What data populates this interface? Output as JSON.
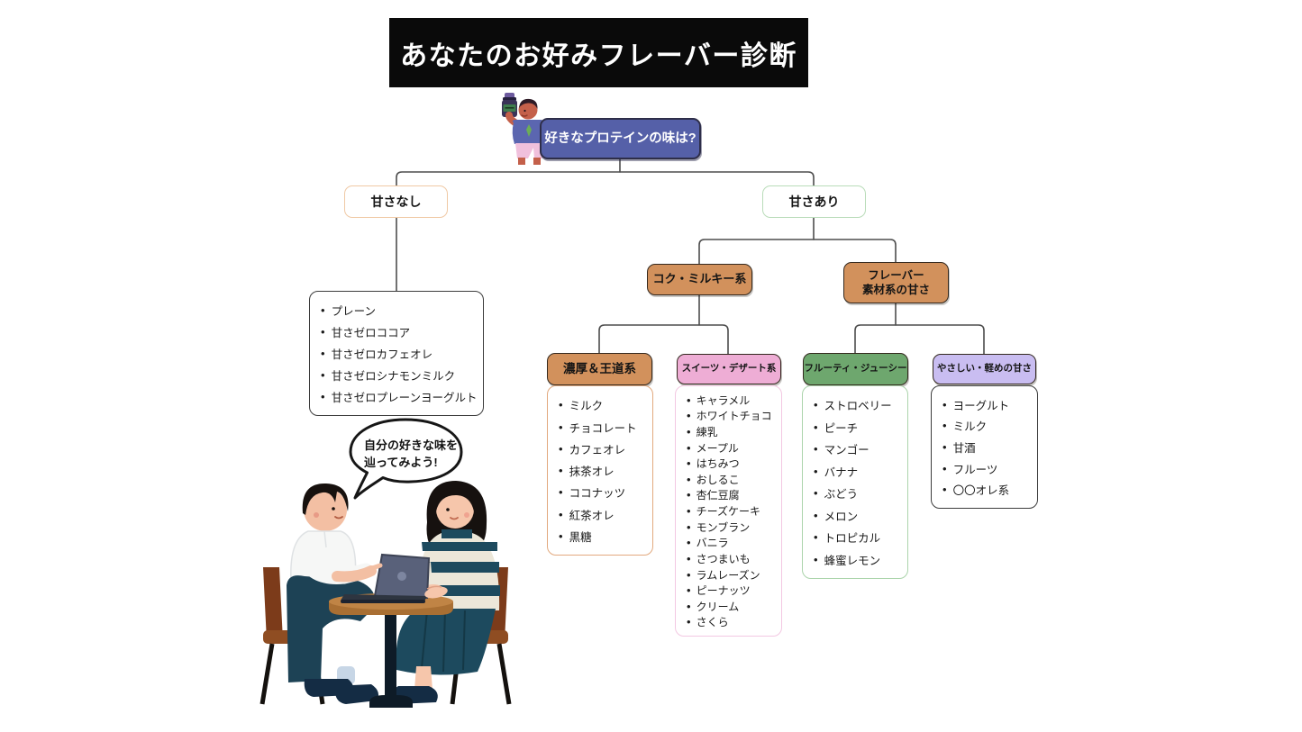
{
  "title": "あなたのお好みフレーバー診断",
  "root": {
    "question": "好きなプロテインの味は?"
  },
  "speech_bubble": {
    "text": "自分の好きな味を\n辿ってみよう!"
  },
  "branches": {
    "no_sweetness": {
      "label": "甘さなし",
      "items": [
        "プレーン",
        "甘さゼロココア",
        "甘さゼロカフェオレ",
        "甘さゼロシナモンミルク",
        "甘さゼロプレーンヨーグルト"
      ]
    },
    "with_sweetness": {
      "label": "甘さあり",
      "children": {
        "koku_milky": {
          "label": "コク・ミルキー系",
          "children": {
            "rich_classic": {
              "label": "濃厚＆王道系",
              "items": [
                "ミルク",
                "チョコレート",
                "カフェオレ",
                "抹茶オレ",
                "ココナッツ",
                "紅茶オレ",
                "黒糖"
              ]
            },
            "sweets_dessert": {
              "label": "スイーツ・デザート系",
              "items": [
                "キャラメル",
                "ホワイトチョコ",
                "練乳",
                "メープル",
                "はちみつ",
                "おしるこ",
                "杏仁豆腐",
                "チーズケーキ",
                "モンブラン",
                "バニラ",
                "さつまいも",
                "ラムレーズン",
                "ピーナッツ",
                "クリーム",
                "さくら"
              ]
            }
          }
        },
        "flavor_material": {
          "label": "フレーバー\n素材系の甘さ",
          "children": {
            "fruity_juicy": {
              "label": "フルーティ・ジューシー",
              "items": [
                "ストロベリー",
                "ピーチ",
                "マンゴー",
                "バナナ",
                "ぶどう",
                "メロン",
                "トロピカル",
                "蜂蜜レモン"
              ]
            },
            "gentle_light": {
              "label": "やさしい・軽めの甘さ",
              "items": [
                "ヨーグルト",
                "ミルク",
                "甘酒",
                "フルーツ",
                "〇〇オレ系"
              ]
            }
          }
        }
      }
    }
  },
  "icons": {
    "person_with_protein": "person-holding-protein-jar",
    "people_at_table": "two-people-at-table-with-laptop"
  },
  "colors": {
    "title_bg": "#0a0a0a",
    "title_text": "#ffffff",
    "question_fill": "#5560a8",
    "node_border_dark": "#33281e",
    "category_orange": "#d2915c",
    "category_pink": "#eeadd5",
    "category_green": "#6ea76e",
    "category_lavender": "#c9bdf1",
    "no_sweetness_border": "#f0c9a5",
    "with_sweetness_border": "#b9dcb9",
    "list_border_dark": "#3c3c3c",
    "list_border_orange": "#e2a97e",
    "list_border_pink": "#f3c8e2",
    "list_border_green": "#abd4ab",
    "connector": "#4d4d4d"
  }
}
